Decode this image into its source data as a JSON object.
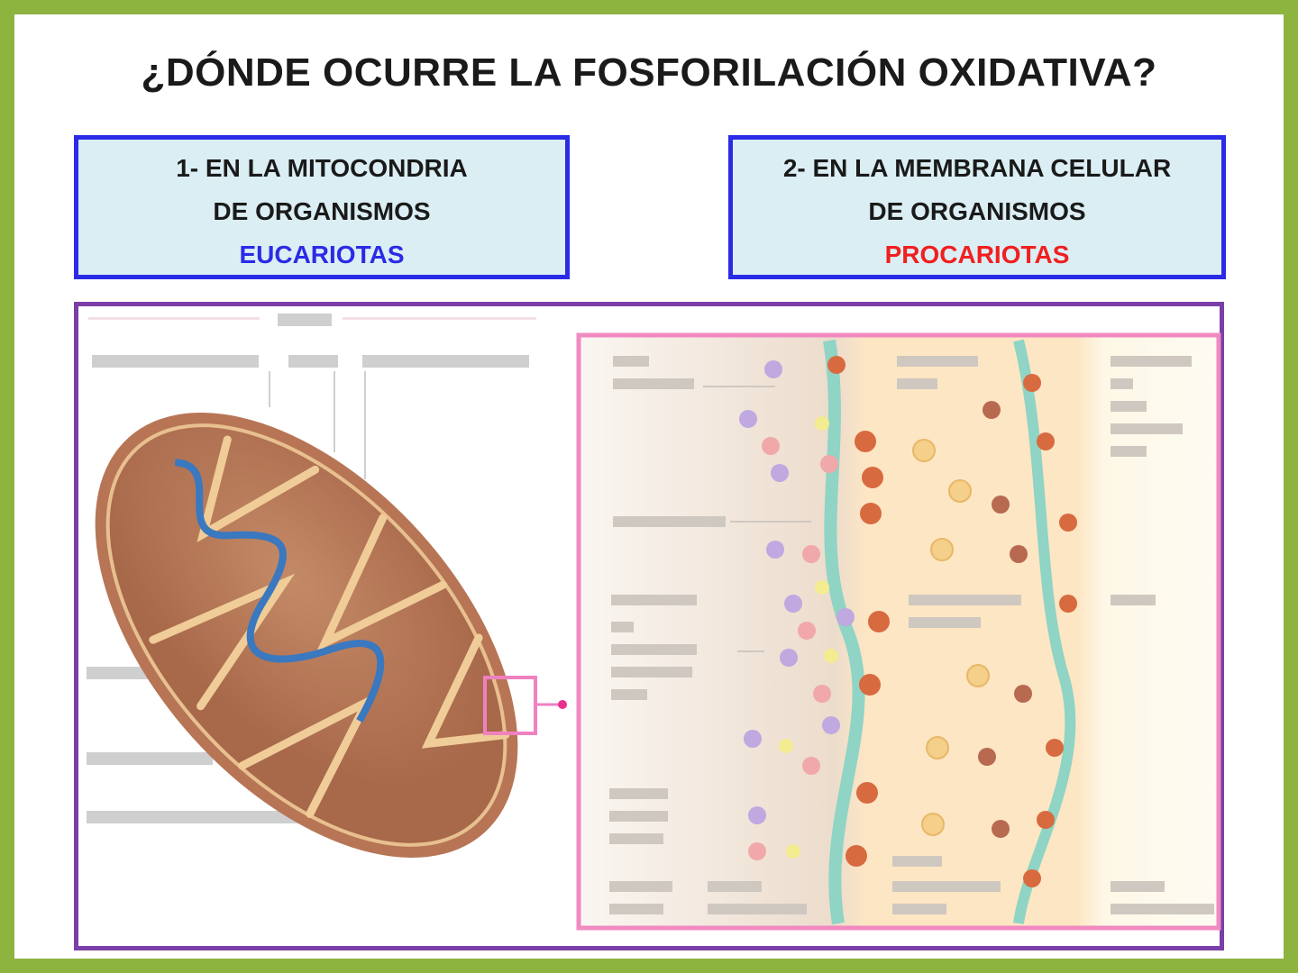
{
  "title": "¿DÓNDE OCURRE LA FOSFORILACIÓN OXIDATIVA?",
  "boxes": [
    {
      "line1": "1- EN LA MITOCONDRIA",
      "line2": "DE ORGANISMOS",
      "line3": "EUCARIOTAS",
      "accent": "#2b2be6"
    },
    {
      "line1": "2- EN LA MEMBRANA CELULAR",
      "line2": "DE ORGANISMOS",
      "line3": "PROCARIOTAS",
      "accent": "#f02020"
    }
  ],
  "colors": {
    "frame": "#8db43f",
    "box_border": "#2b2be6",
    "diagram_border": "#7b3fa8",
    "inset_border": "#f08ac0"
  }
}
